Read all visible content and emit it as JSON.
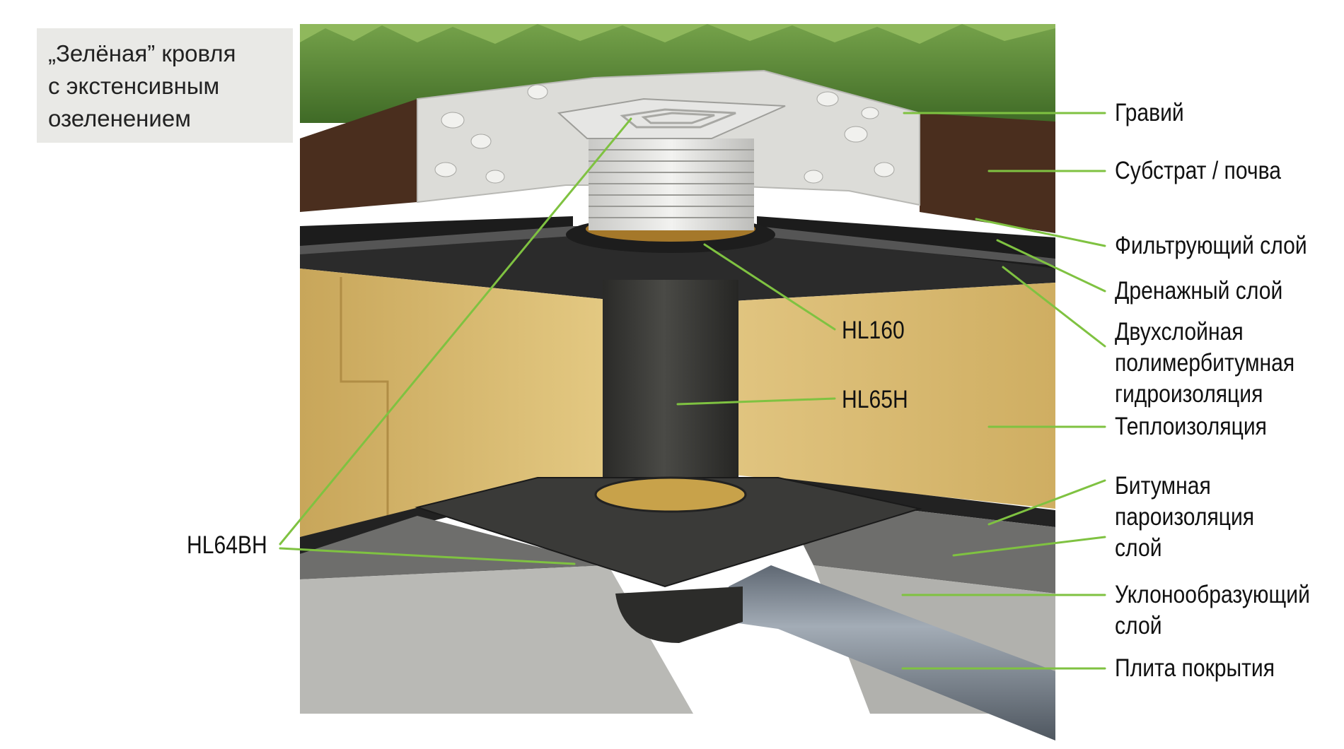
{
  "title": {
    "lines": [
      "„Зелёная” кровля",
      "с экстенсивным",
      "озеленением"
    ]
  },
  "colors": {
    "leader_line": "#7fc241",
    "title_bg": "#e9e9e6",
    "grass": "#5f8a3a",
    "gravel": "#dcdcd8",
    "soil": "#4a2e1e",
    "drainage": "#1c1c1c",
    "membrane": "#2b2b2b",
    "insulation": "#dcc07a",
    "slope_layer": "#6e6e6c",
    "concrete_slab": "#b9b9b5",
    "pipe": "#7f8892",
    "drain_grate": "#e6e6e4",
    "riser": "#3a3a38"
  },
  "layer_labels": [
    {
      "id": "gravel",
      "text": "Гравий"
    },
    {
      "id": "substrate",
      "text": "Субстрат / почва"
    },
    {
      "id": "filter",
      "text": "Фильтрующий слой"
    },
    {
      "id": "drainage",
      "text": "Дренажный слой"
    },
    {
      "id": "waterproofing_1",
      "text": "Двухслойная"
    },
    {
      "id": "waterproofing_2",
      "text": "полимербитумная"
    },
    {
      "id": "waterproofing_3",
      "text": "гидроизоляция"
    },
    {
      "id": "insulation",
      "text": "Теплоизоляция"
    },
    {
      "id": "vapour_1",
      "text": "Битумная"
    },
    {
      "id": "vapour_2",
      "text": "пароизоляция"
    },
    {
      "id": "vapour_3",
      "text": "слой"
    },
    {
      "id": "slope_1",
      "text": "Уклонообразующий"
    },
    {
      "id": "slope_2",
      "text": "слой"
    },
    {
      "id": "slab",
      "text": "Плита покрытия"
    }
  ],
  "product_labels": [
    {
      "id": "hl160",
      "text": "HL160"
    },
    {
      "id": "hl65h",
      "text": "HL65H"
    },
    {
      "id": "hl64bh",
      "text": "HL64BH"
    }
  ]
}
